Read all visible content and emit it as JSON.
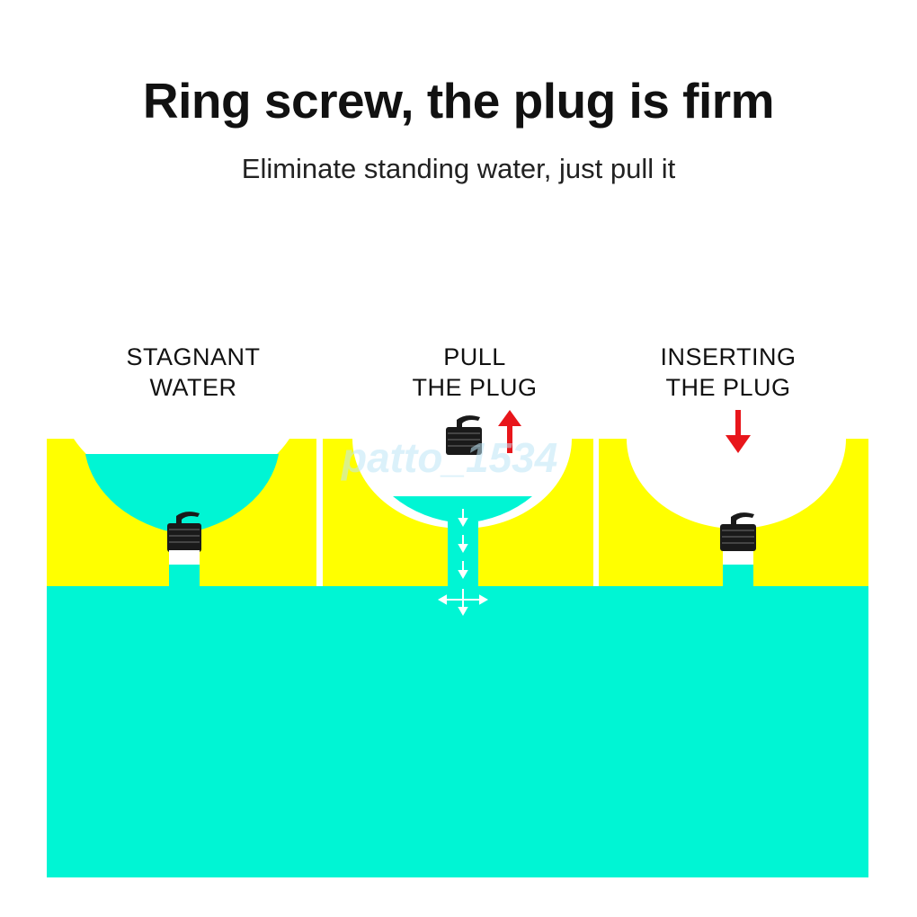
{
  "header": {
    "title": "Ring screw, the plug is firm",
    "subtitle": "Eliminate standing water, just pull it"
  },
  "panels": [
    {
      "line1": "STAGNANT",
      "line2": "WATER"
    },
    {
      "line1": "PULL",
      "line2": "THE PLUG"
    },
    {
      "line1": "INSERTING",
      "line2": "THE PLUG"
    }
  ],
  "watermark": "patto_1534",
  "colors": {
    "hull": "#ffff00",
    "water": "#00f5d4",
    "plug": "#1a1a1a",
    "arrow": "#e8161b",
    "background": "#ffffff"
  },
  "icons": [
    "up-arrow-icon",
    "down-arrow-icon",
    "drain-flow-arrows-icon",
    "plug-icon"
  ]
}
